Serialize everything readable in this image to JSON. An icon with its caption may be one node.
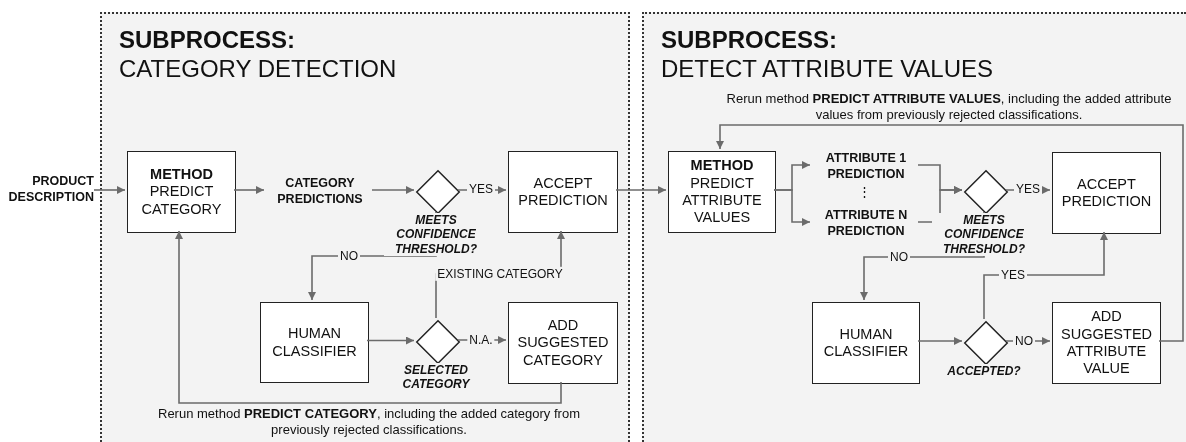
{
  "diagram": {
    "nodes": [
      {
        "text": [
          "SUBPROCESS:",
          "CATEGORY DETECTION"
        ]
      },
      {
        "text": [
          "SUBPROCESS:",
          "DETECT ATTRIBUTE VALUES"
        ]
      },
      {
        "text": [
          "PRODUCT DESCRIPTION"
        ]
      },
      {
        "text": [
          "**METHOD** PREDICT CATEGORY"
        ],
        "in": 0
      },
      {
        "text": [
          "CATEGORY PREDICTIONS"
        ],
        "in": 0
      },
      {
        "text": [],
        "shape": "diamond",
        "beside": [
          "MEETS CONFIDENCE THRESHOLD?"
        ],
        "in": 0
      },
      {
        "text": [
          "ACCEPT PREDICTION"
        ],
        "in": 0
      },
      {
        "text": [
          "HUMAN CLASSIFIER"
        ],
        "in": 0
      },
      {
        "text": [],
        "shape": "diamond",
        "beside": [
          "SELECTED CATEGORY"
        ],
        "in": 0
      },
      {
        "text": [
          "ADD SUGGESTED CATEGORY"
        ],
        "in": 0
      },
      {
        "text": [
          "**METHOD** PREDICT ATTRIBUTE VALUES"
        ],
        "in": 1
      },
      {
        "text": [
          "ATTRIBUTE 1 PREDICTION"
        ],
        "in": 1
      },
      {
        "text": [
          "ATTRIBUTE N PREDICTION"
        ],
        "in": 1
      },
      {
        "text": [],
        "shape": "diamond",
        "beside": [
          "MEETS CONFIDENCE THRESHOLD?"
        ],
        "in": 1
      },
      {
        "text": [
          "ACCEPT PREDICTION"
        ],
        "in": 1
      },
      {
        "text": [
          "HUMAN CLASSIFIER"
        ],
        "in": 1
      },
      {
        "text": [],
        "shape": "diamond",
        "beside": [
          "ACCEPTED?"
        ],
        "in": 1
      },
      {
        "text": [
          "ADD SUGGESTED ATTRIBUTE VALUE"
        ],
        "in": 1
      }
    ],
    "edges": [
      {
        "from": 2,
        "to": 3,
        "arrow": "to"
      },
      {
        "from": 3,
        "to": 4,
        "arrow": "to"
      },
      {
        "from": 4,
        "to": 5,
        "arrow": "to"
      },
      {
        "from": 5,
        "to": 6,
        "arrow": "to",
        "label": "YES"
      },
      {
        "from": 5,
        "to": 7,
        "arrow": "to",
        "label": "NO"
      },
      {
        "from": 7,
        "to": 8,
        "arrow": "to"
      },
      {
        "from": 8,
        "to": 6,
        "arrow": "to",
        "label": "EXISTING CATEGORY"
      },
      {
        "from": 8,
        "to": 9,
        "arrow": "to",
        "label": "N.A."
      },
      {
        "from": 9,
        "to": 3,
        "arrow": "to",
        "label": "Rerun method **PREDICT CATEGORY**, including the added category from previously rejected classifications."
      },
      {
        "from": 6,
        "to": 10,
        "arrow": "to"
      },
      {
        "from": 10,
        "to": 11,
        "arrow": "to"
      },
      {
        "from": 10,
        "to": 12,
        "arrow": "to"
      },
      {
        "from": 11,
        "to": 13,
        "arrow": "to"
      },
      {
        "from": 12,
        "to": 13,
        "arrow": "to"
      },
      {
        "from": 13,
        "to": 14,
        "arrow": "to",
        "label": "YES"
      },
      {
        "from": 13,
        "to": 15,
        "arrow": "to",
        "label": "NO"
      },
      {
        "from": 15,
        "to": 16,
        "arrow": "to"
      },
      {
        "from": 16,
        "to": 14,
        "arrow": "to",
        "label": "YES"
      },
      {
        "from": 16,
        "to": 17,
        "arrow": "to",
        "label": "NO"
      },
      {
        "from": 17,
        "to": 10,
        "arrow": "to",
        "label": "Rerun method **PREDICT ATTRIBUTE VALUES**, including the added attribute values from previously rejected classifications."
      }
    ],
    "labels": [
      "⋮"
    ]
  }
}
